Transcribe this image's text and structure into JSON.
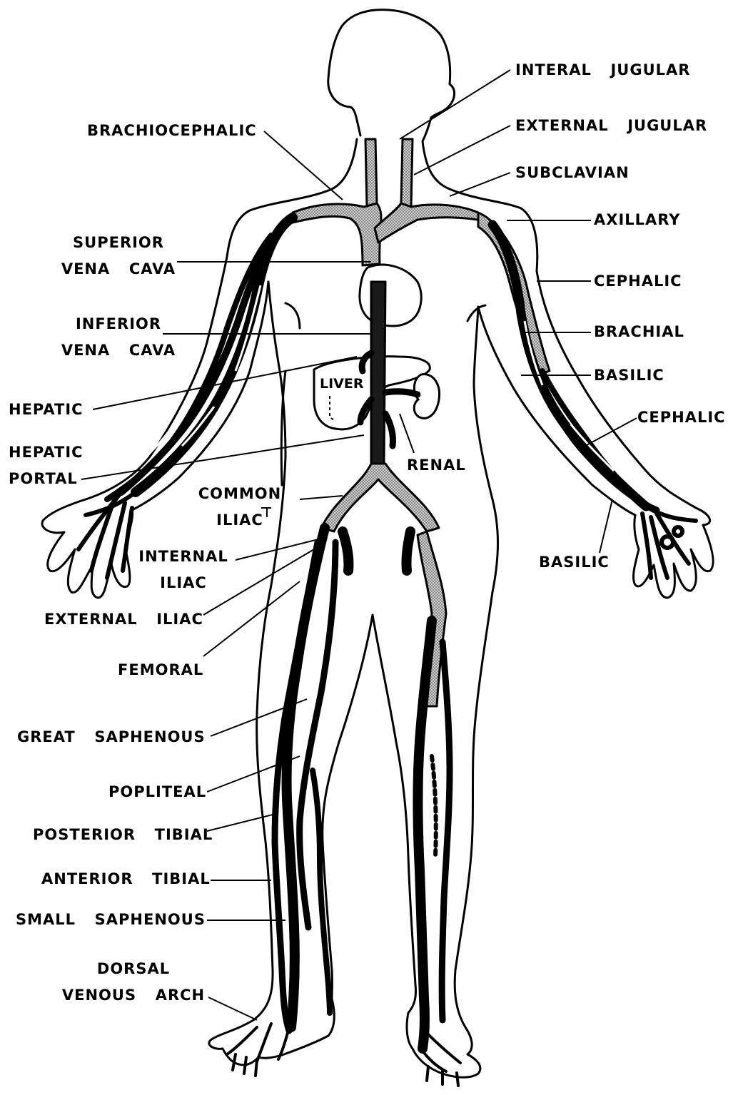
{
  "labels": {
    "interal_jugular": "INTERAL  JUGULAR",
    "external_jugular": "EXTERNAL  JUGULAR",
    "brachiocephalic": "BRACHIOCEPHALIC",
    "subclavian": "SUBCLAVIAN",
    "axillary": "AXILLARY",
    "superior_vena_cava": "SUPERIOR\nVENA  CAVA",
    "cephalic_upper": "CEPHALIC",
    "inferior_vena_cava": "INFERIOR\nVENA  CAVA",
    "brachial": "BRACHIAL",
    "basilic_upper": "BASILIC",
    "liver": "LIVER",
    "hepatic": "HEPATIC",
    "cephalic_lower": "CEPHALIC",
    "hepatic_portal": "HEPATIC\nPORTAL",
    "renal": "RENAL",
    "common_iliac": "COMMON\nILIAC",
    "internal_iliac": "INTERNAL\nILIAC",
    "basilic_lower": "BASILIC",
    "external_iliac": "EXTERNAL  ILIAC",
    "femoral": "FEMORAL",
    "great_saphenous": "GREAT  SAPHENOUS",
    "popliteal": "POPLITEAL",
    "posterior_tibial": "POSTERIOR  TIBIAL",
    "anterior_tibial": "ANTERIOR  TIBIAL",
    "small_saphenous": "SMALL  SAPHENOUS",
    "dorsal_venous_arch": "DORSAL\nVENOUS  ARCH"
  }
}
